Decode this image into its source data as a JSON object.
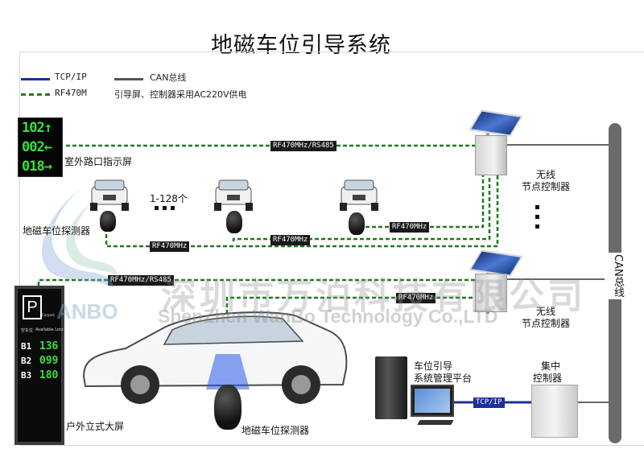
{
  "title": "地磁车位引导系统",
  "legend": {
    "tcpip": "TCP/IP",
    "can": "CAN总线",
    "rf": "RF470M",
    "power_note": "引导屏、控制器采用AC220V供电"
  },
  "colors": {
    "tcpip": "#1c2f9a",
    "can": "#555555",
    "rf": "#1f7a1f",
    "led_green": "#36e23a"
  },
  "link_tags": {
    "top_rs485": "RF470MHz/RS485",
    "rf_right": "RF470MHz",
    "rf_mid": "RF470MHz",
    "rf_left": "RF470MHz",
    "mid_rs485": "RF470MHz/RS485",
    "rf_lower": "RF470MHz",
    "tcp": "TCP/IP"
  },
  "outdoor_sign": {
    "label": "室外路口指示屏",
    "rows": [
      {
        "value": "102",
        "arrow": "↑"
      },
      {
        "value": "002",
        "arrow": "←"
      },
      {
        "value": "018",
        "arrow": "→"
      }
    ]
  },
  "range_label": "1-128个",
  "detector_label_top": "地磁车位探测器",
  "detector_label_bottom": "地磁车位探测器",
  "node_top": {
    "line1": "无线",
    "line2": "节点控制器"
  },
  "node_bottom": {
    "line1": "无线",
    "line2": "节点控制器"
  },
  "bus_label": "CAN总线",
  "big_sign": {
    "label": "户外立式大屏",
    "p": "P",
    "sub_cn": "空车位",
    "sub_en": "Available Lots",
    "carpark": "Carpark",
    "rows": [
      {
        "key": "B1",
        "value": "136"
      },
      {
        "key": "B2",
        "value": "099"
      },
      {
        "key": "B3",
        "value": "180"
      }
    ]
  },
  "platform": {
    "line1": "车位引导",
    "line2": "系统管理平台"
  },
  "central": {
    "line1": "集中",
    "line2": "控制器"
  },
  "watermark": {
    "cn": "深圳市万泊科技有限公司",
    "en": "ShenZhen WanBo Technology Co.,LTD",
    "brand": "ANBO"
  }
}
